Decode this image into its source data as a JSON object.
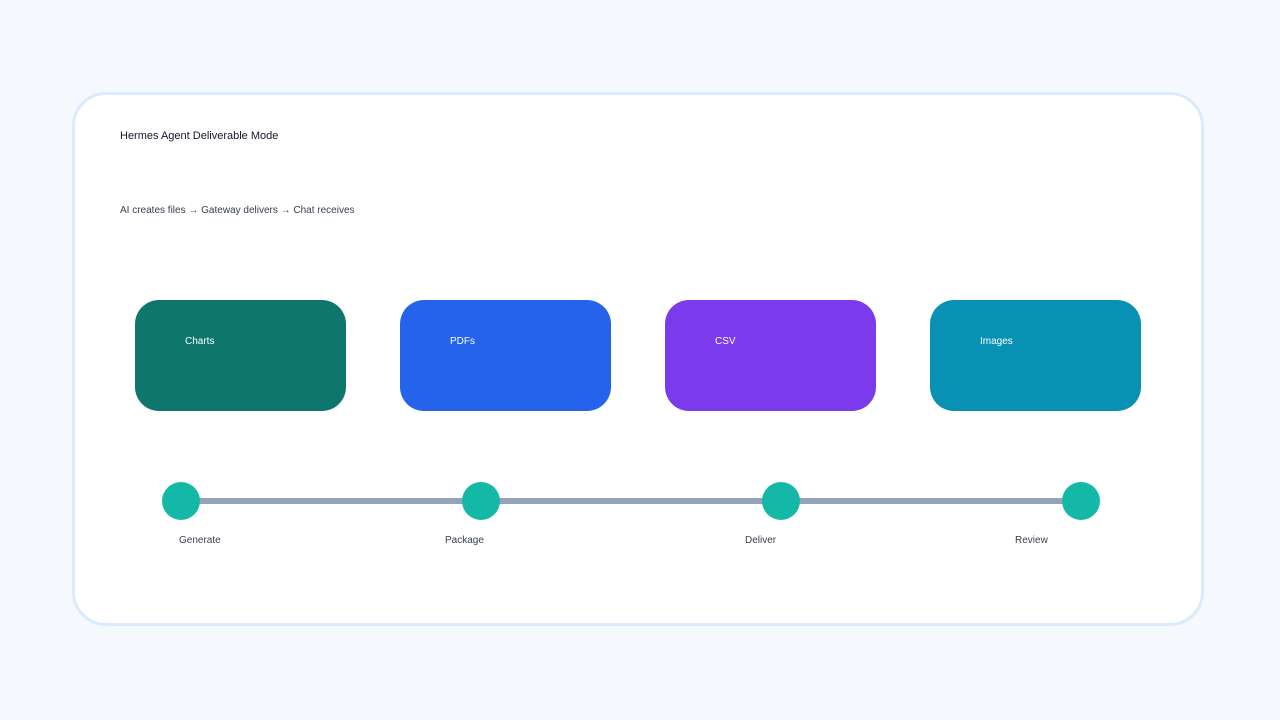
{
  "header": {
    "title": "Hermes Agent Deliverable Mode",
    "subtitle": "AI creates files → Gateway delivers → Chat receives"
  },
  "deliverables": [
    {
      "label": "Charts",
      "color": "#0f766e"
    },
    {
      "label": "PDFs",
      "color": "#2563eb"
    },
    {
      "label": "CSV",
      "color": "#7c3aed"
    },
    {
      "label": "Images",
      "color": "#0891b2"
    }
  ],
  "pipeline": {
    "steps": [
      "Generate",
      "Package",
      "Deliver",
      "Review"
    ],
    "node_color": "#14b8a6",
    "track_color": "#94a3b8"
  }
}
